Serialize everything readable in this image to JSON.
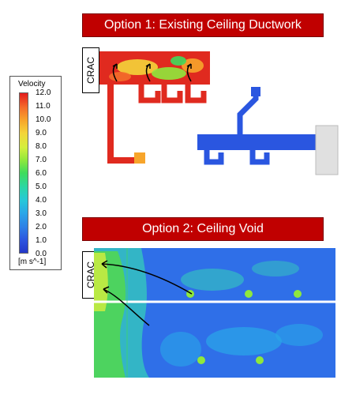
{
  "banner1": {
    "text": "Option 1: Existing Ceiling Ductwork"
  },
  "banner2": {
    "text": "Option 2: Ceiling Void"
  },
  "crac_label": "CRAC",
  "legend": {
    "title": "Velocity",
    "unit": "[m s^-1]",
    "ticks": [
      "12.0",
      "11.0",
      "10.0",
      "9.0",
      "8.0",
      "7.0",
      "6.0",
      "5.0",
      "4.0",
      "3.0",
      "2.0",
      "1.0",
      "0.0"
    ]
  },
  "colors": {
    "banner_red": "#c00000",
    "duct_red": "#e02a1f",
    "duct_blue": "#2a56e0",
    "void_blue": "#2f6fe8",
    "void_teal": "#34c2c0",
    "void_green": "#52d84c",
    "arrow": "#000000"
  }
}
